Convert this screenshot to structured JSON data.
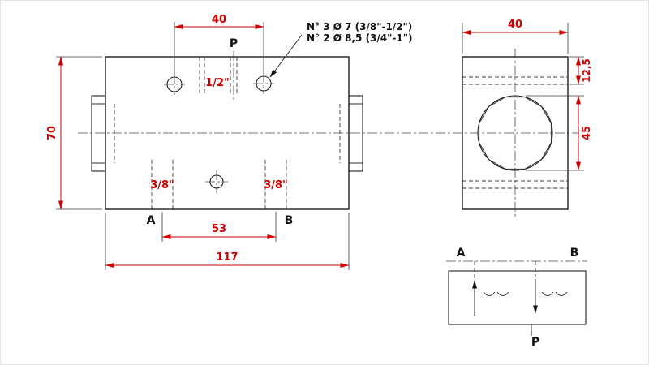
{
  "colors": {
    "dimension": "#cc0000",
    "outline": "#1f1f1f"
  },
  "front_view": {
    "dim_hole_spacing": "40",
    "dim_height": "70",
    "dim_width": "117",
    "dim_port_spacing": "53",
    "port_p": {
      "label": "P",
      "thread": "1/2\""
    },
    "port_a": {
      "label": "A",
      "thread": "3/8\""
    },
    "port_b": {
      "label": "B",
      "thread": "3/8\""
    }
  },
  "annotation": {
    "line1": "N° 3 Ø 7 (3/8\"-1/2\")",
    "line2": "N° 2 Ø 8,5 (3/4\"-1\")"
  },
  "side_view": {
    "dim_width": "40",
    "dim_top_offset": "12,5",
    "dim_bore": "45"
  },
  "schematic": {
    "port_a": "A",
    "port_b": "B",
    "port_p": "P"
  }
}
